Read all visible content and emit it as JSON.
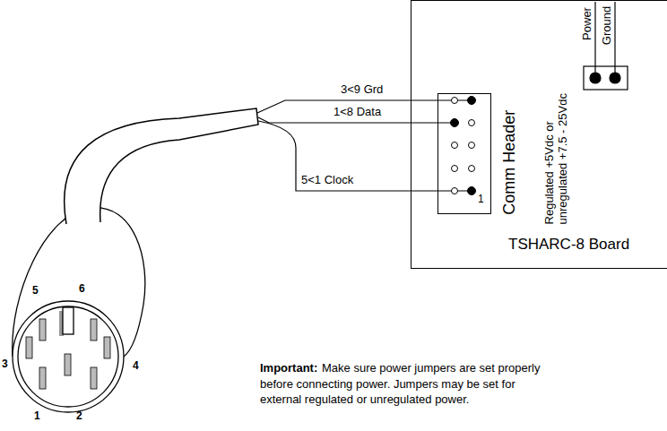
{
  "diagram": {
    "nodes": [
      {
        "text": [
          "TSHARC-8 Board"
        ]
      },
      {
        "text": [
          "Comm Header"
        ],
        "in": 0
      }
    ],
    "labels": [
      "3<9 Grd",
      "1<8 Data",
      "5<1 Clock",
      "1",
      "Power",
      "Ground",
      "Regulated +5Vdc or unregulated +7.5 - 25Vdc",
      "5",
      "6",
      "3",
      "4",
      "1",
      "2",
      "Important:",
      "Make sure power jumpers are set properly before connecting power. Jumpers may be set for external regulated or unregulated power."
    ]
  }
}
